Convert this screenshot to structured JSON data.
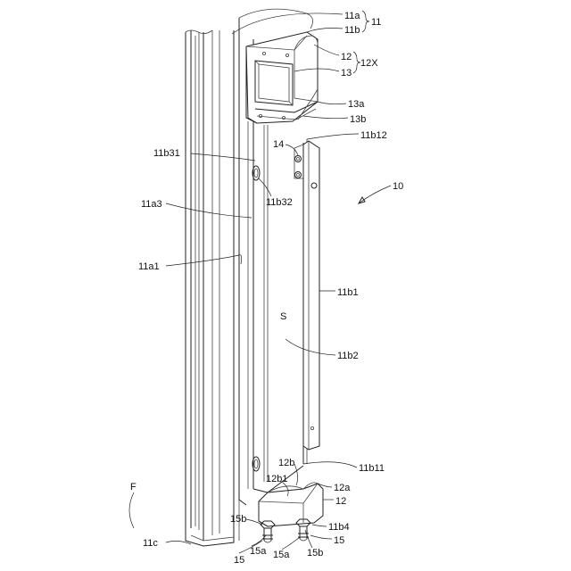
{
  "labels": {
    "l11a": "11a",
    "l11": "11",
    "l11b": "11b",
    "l12": "12",
    "l12X": "12X",
    "l13": "13",
    "l13a": "13a",
    "l13b": "13b",
    "l11b12": "11b12",
    "l14": "14",
    "l10": "10",
    "l11b31": "11b31",
    "l11a3": "11a3",
    "l11b32": "11b32",
    "l11a1": "11a1",
    "l11b1": "11b1",
    "lS": "S",
    "l11b2": "11b2",
    "l12b": "12b",
    "l11b11": "11b11",
    "l12b1": "12b1",
    "l12a": "12a",
    "l12low": "12",
    "lF": "F",
    "l15b_left": "15b",
    "l11b4": "11b4",
    "l11c": "11c",
    "l15a_left": "15a",
    "l15_right": "15",
    "l15_left": "15",
    "l15a_mid": "15a",
    "l15b_right": "15b"
  }
}
